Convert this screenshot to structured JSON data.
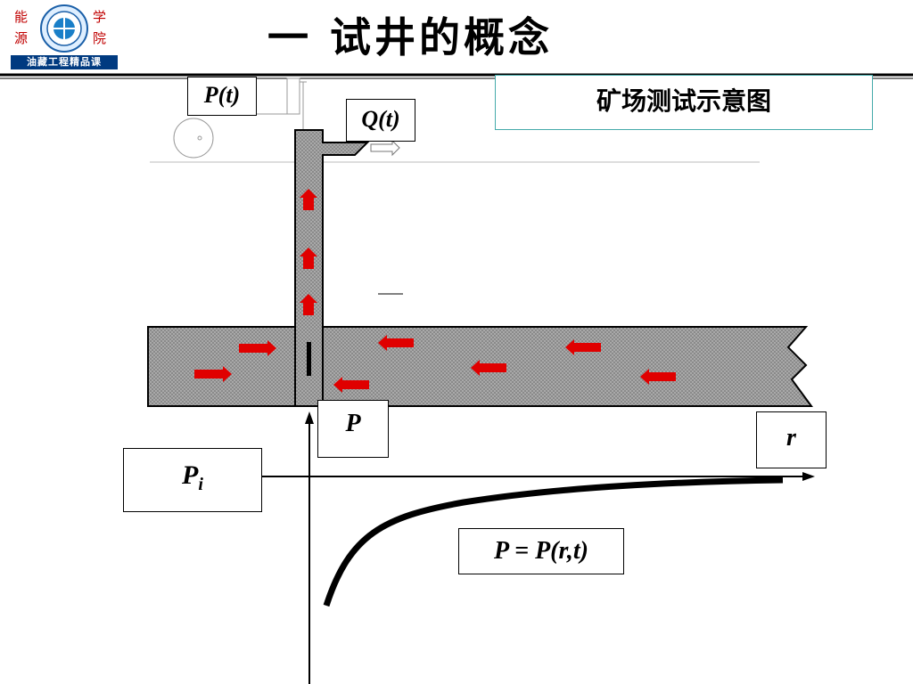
{
  "header": {
    "title": "一  试井的概念",
    "logo_left_top": "能",
    "logo_left_bottom": "源",
    "logo_right_top": "学",
    "logo_right_bottom": "院",
    "logo_band": "油藏工程精品课"
  },
  "diagram": {
    "caption": "矿场测试示意图",
    "label_pt": "P(t)",
    "label_qt": "Q(t)",
    "label_p": "P",
    "label_r": "r",
    "label_pi_base": "P",
    "label_pi_sub": "i",
    "equation": "P = P(r,t)"
  },
  "colors": {
    "arrow": "#e00000",
    "reservoir_fill": "#7f7f7f",
    "logo_band": "#003a80"
  }
}
